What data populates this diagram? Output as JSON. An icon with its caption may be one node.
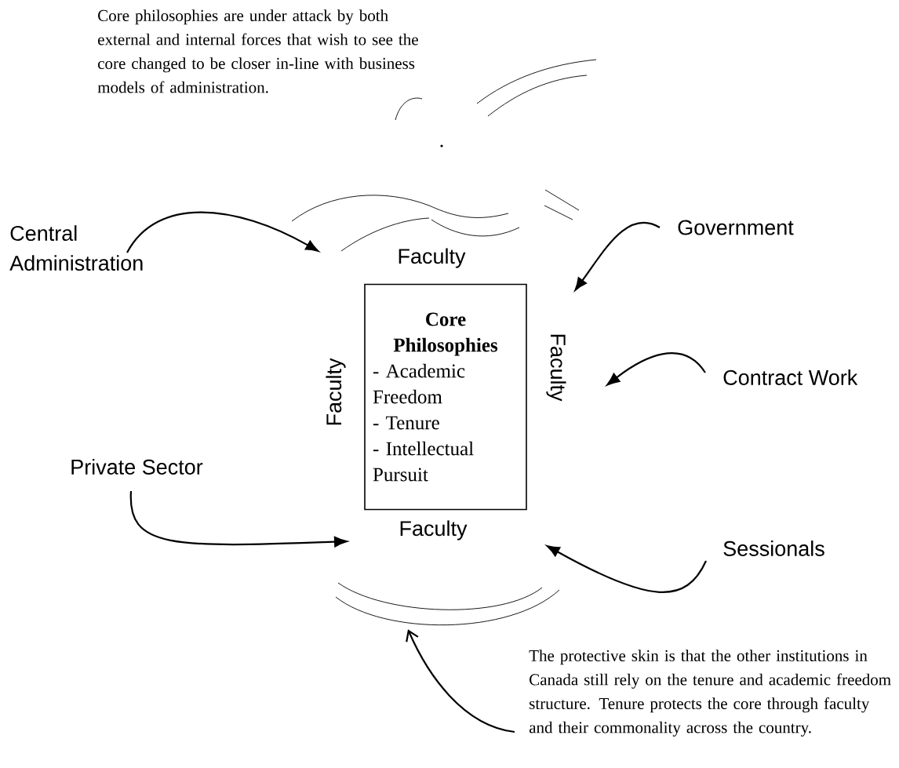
{
  "diagram": {
    "nodes": [
      {
        "text": [
          "Central Administration"
        ]
      },
      {
        "text": [
          "Government"
        ]
      },
      {
        "text": [
          "Core Philosophies",
          "- Academic Freedom",
          "- Tenure",
          "- Intellectual Pursuit"
        ]
      },
      {
        "text": [
          "Contract Work"
        ]
      },
      {
        "text": [
          "Private Sector"
        ]
      },
      {
        "text": [
          "Sessionals"
        ]
      },
      {
        "text": [],
        "shape": "picture"
      },
      {
        "text": [
          "The protective skin is that the other institutions in Canada still rely on the tenure and academic freedom structure.  Tenure protects the core through faculty and their commonality across the country."
        ]
      }
    ],
    "edges": [
      {
        "from": 0,
        "to": null,
        "arrow": "to"
      },
      {
        "from": 1,
        "to": null,
        "arrow": "to"
      },
      {
        "from": 3,
        "to": null,
        "arrow": "to"
      },
      {
        "from": 4,
        "to": null,
        "arrow": "to"
      },
      {
        "from": 5,
        "to": null,
        "arrow": "to"
      },
      {
        "from": 7,
        "to": 6,
        "arrow": "to"
      }
    ],
    "labels": [
      "Core philosophies are under attack by both external and internal forces that wish to see the core changed to be closer in-line with business models of administration.",
      "Faculty",
      "Faculty",
      "Faculty",
      "Faculty"
    ]
  }
}
